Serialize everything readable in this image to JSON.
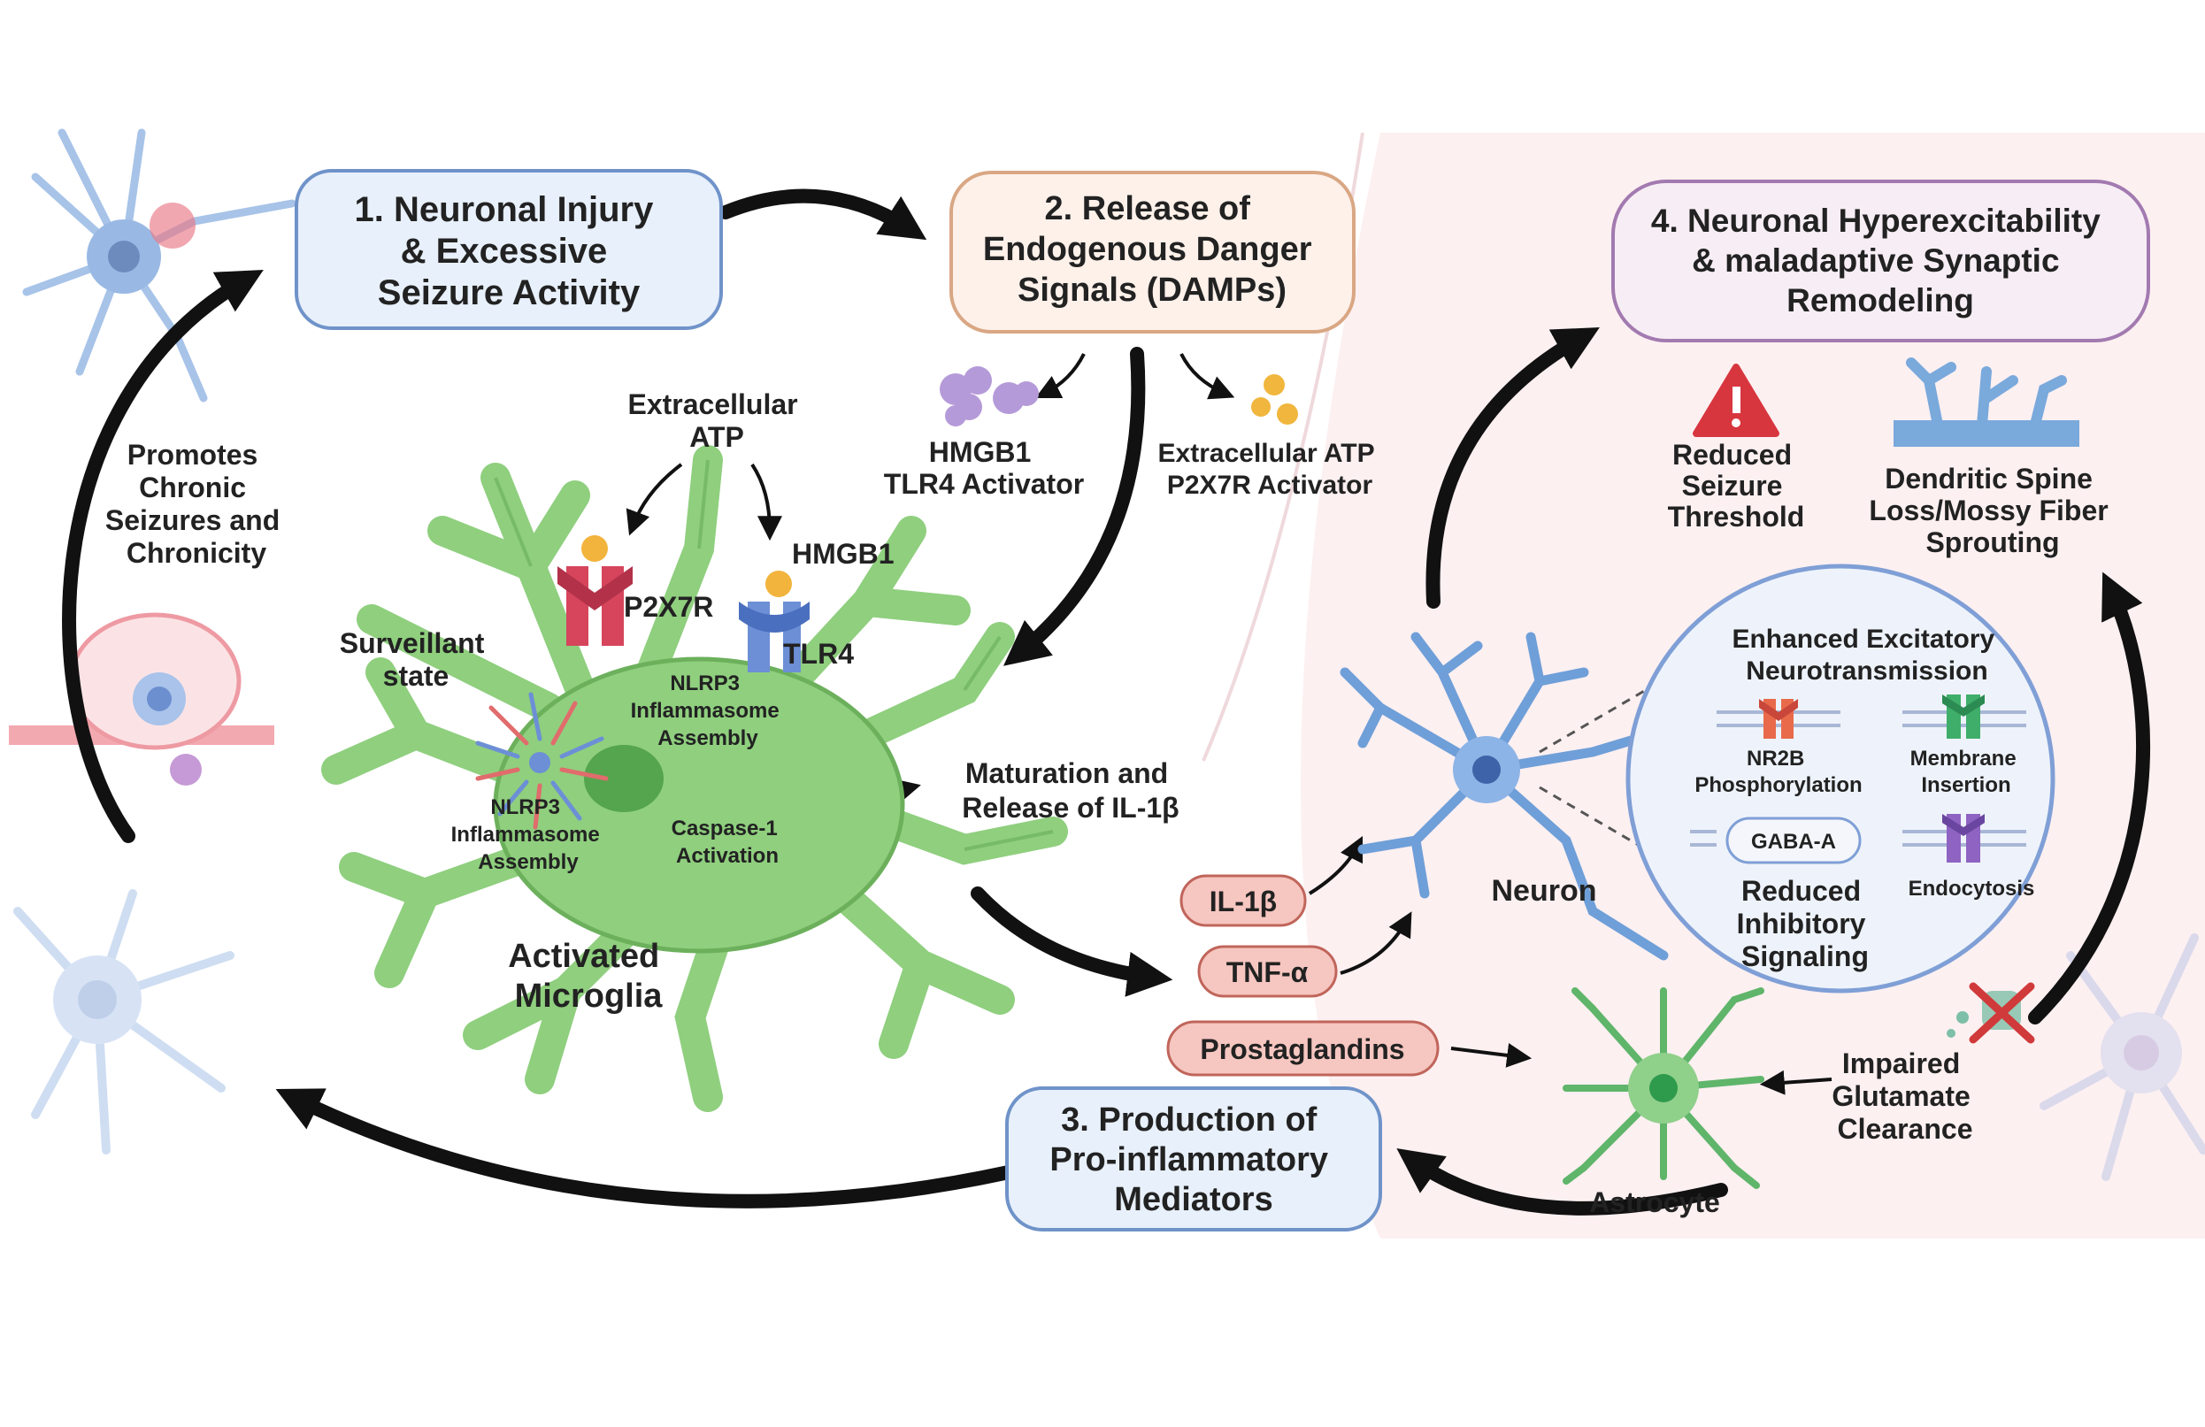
{
  "steps": {
    "s1": [
      "1. Neuronal Injury",
      "& Excessive",
      "Seizure Activity"
    ],
    "s2": [
      "2. Release of",
      "Endogenous Danger",
      "Signals (DAMPs)"
    ],
    "s3": [
      "3. Production of",
      "Pro-inflammatory",
      "Mediators"
    ],
    "s4": [
      "4. Neuronal Hyperexcitability",
      "& maladaptive Synaptic",
      "Remodeling"
    ]
  },
  "labels": {
    "promotes": [
      "Promotes",
      "Chronic",
      "Seizures and",
      "Chronicity"
    ],
    "extracellular_atp": [
      "Extracellular",
      "ATP"
    ],
    "hmgb1_act": [
      "HMGB1",
      "TLR4 Activator"
    ],
    "atp_act": [
      "Extracellular ATP",
      "P2X7R Activator"
    ],
    "p2x7r": "P2X7R",
    "hmgb1": "HMGB1",
    "tlr4": "TLR4",
    "surveillant": [
      "Surveillant",
      "state"
    ],
    "nlrp3_top": [
      "NLRP3",
      "Inflammasome",
      "Assembly"
    ],
    "nlrp3_left": [
      "NLRP3",
      "Inflammasome",
      "Assembly"
    ],
    "caspase": [
      "Caspase-1",
      "Activation"
    ],
    "activated": [
      "Activated",
      "Microglia"
    ],
    "maturation": [
      "Maturation and",
      "Release of IL-1β"
    ],
    "il1b": "IL-1β",
    "tnfa": "TNF-α",
    "prostaglandins": "Prostaglandins",
    "neuron": "Neuron",
    "astrocyte": "Astrocyte",
    "impaired": [
      "Impaired",
      "Glutamate",
      "Clearance"
    ],
    "reduced_threshold": [
      "Reduced",
      "Seizure",
      "Threshold"
    ],
    "dendritic": [
      "Dendritic Spine",
      "Loss/Mossy Fiber",
      "Sprouting"
    ],
    "enhanced": [
      "Enhanced Excitatory",
      "Neurotransmission"
    ],
    "nr2b": [
      "NR2B",
      "Phosphorylation"
    ],
    "membrane": [
      "Membrane",
      "Insertion"
    ],
    "gaba": "GABA-A",
    "endocytosis": "Endocytosis",
    "reduced_inhib": [
      "Reduced",
      "Inhibitory",
      "Signaling"
    ]
  },
  "colors": {
    "microglia": "#8fcf7e",
    "microglia_edge": "#5fa650",
    "neuron": "#6f9fd8",
    "box1_fill": "#e8f0fb",
    "box1_edge": "#6f93c9",
    "box2_fill": "#fdf1ea",
    "box2_edge": "#d9a784",
    "box4_fill": "#f7eef5",
    "box4_edge": "#a27ab0",
    "pill_fill": "#f6c6c0",
    "pill_edge": "#c0655b",
    "right_bg": "#fdf0f1"
  }
}
